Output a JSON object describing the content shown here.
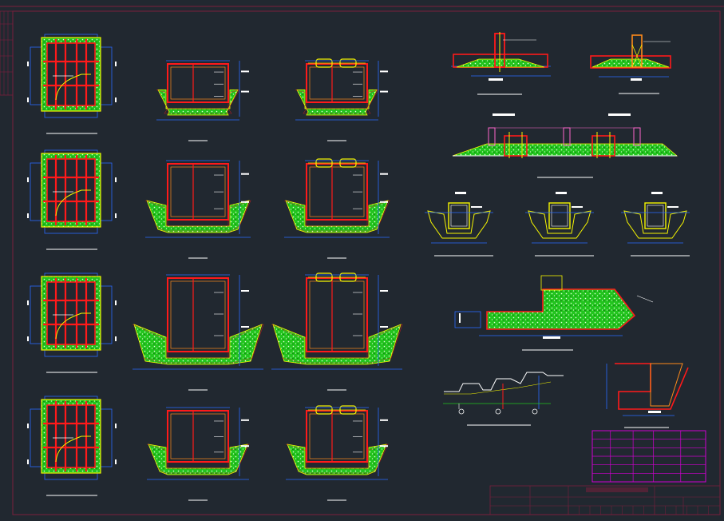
{
  "drawing": {
    "background_color": "#212830",
    "border_color": "#7a1f3d",
    "palette": {
      "rebar": "#ff1a1a",
      "hatch": "#22c41e",
      "hatch_dots": "#e8ffe0",
      "formwork": "#f5f500",
      "dimension": "#2a6bff",
      "text": "#ffffff",
      "table": "#d000d0",
      "orange": "#ff8a1a",
      "pink": "#ff66cc"
    },
    "views": {
      "plan_views": 4,
      "box_sections": 8,
      "top_right_details": 6,
      "bottom_right_details": 3
    },
    "revision_table": {
      "rows": 6,
      "columns": 5
    },
    "title_block": {
      "title_text": "",
      "cells": 14
    }
  }
}
